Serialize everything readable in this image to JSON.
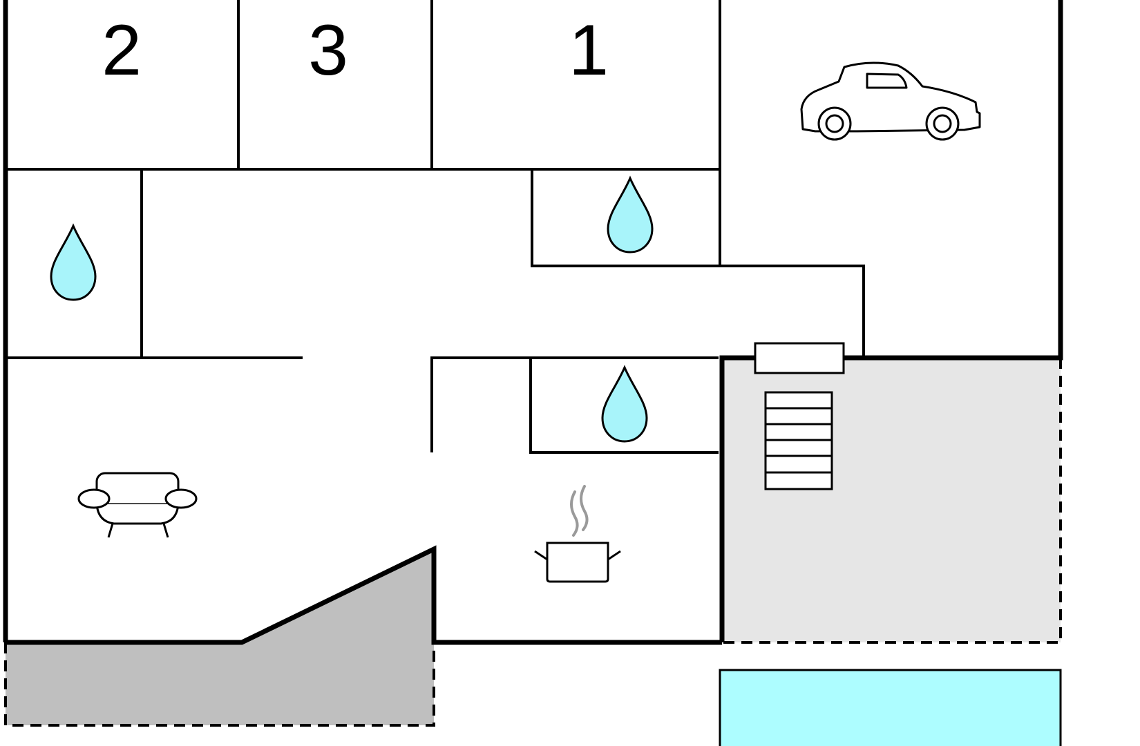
{
  "floor_plan": {
    "rooms": {
      "bedroom_2": {
        "label": "2"
      },
      "bedroom_3": {
        "label": "3"
      },
      "bedroom_1": {
        "label": "1"
      }
    },
    "icons": {
      "garage": "car-icon",
      "bathrooms": "water-drop-icon",
      "living_room": "sofa-icon",
      "kitchen": "cooking-pot-icon",
      "stairs": "stairs-icon",
      "pool": "swimming-pool"
    },
    "colors": {
      "walls": "#000000",
      "water_drop": "#a8f4fa",
      "pool": "#adfdff",
      "terrace": "#e6e6e6",
      "paved_area": "#bfbfbf",
      "steam": "#9a9a9a"
    }
  }
}
